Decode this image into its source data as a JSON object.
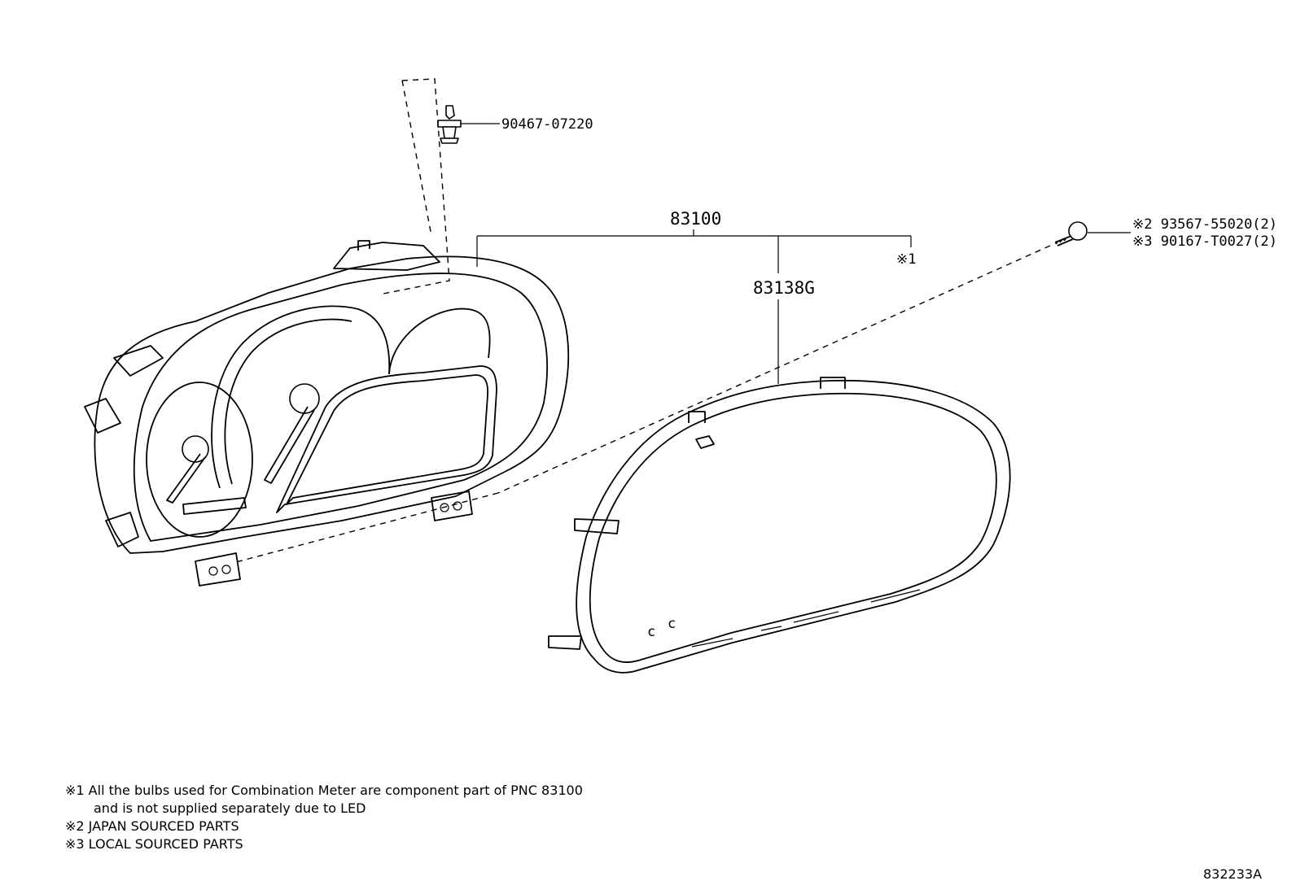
{
  "callouts": {
    "clip": "90467-07220",
    "assembly": "83100",
    "glass": "83138G",
    "assembly_note_ref": "※1",
    "screw_japan": "※2 93567-55020(2)",
    "screw_local": "※3 90167-T0027(2)"
  },
  "notes": {
    "note1_line1": "※1  All the bulbs used for Combination Meter are component part of PNC 83100",
    "note1_line2": "and is not supplied separately due to LED",
    "note2": "※2 JAPAN SOURCED PARTS",
    "note3": "※3 LOCAL SOURCED PARTS"
  },
  "illustration_id": "832233A"
}
